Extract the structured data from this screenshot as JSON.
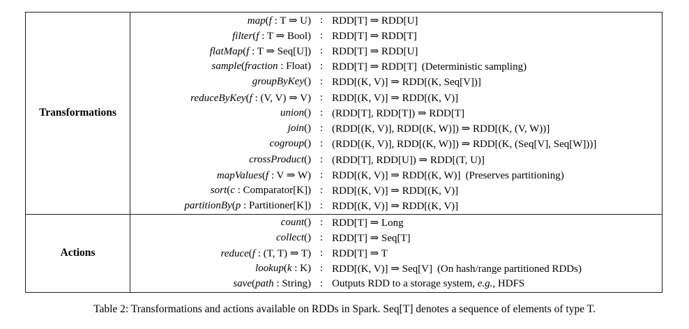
{
  "caption": "Table 2: Transformations and actions available on RDDs in Spark. Seq[T] denotes a sequence of elements of type T.",
  "table": {
    "colon": ":",
    "arrow": "⇒",
    "text_color": "#000000",
    "border_color": "#1c1c1c",
    "background": "#ffffff",
    "sections": [
      {
        "label": "Transformations",
        "rows": [
          {
            "sig": [
              [
                "i",
                "map"
              ],
              [
                "r",
                "("
              ],
              [
                "i",
                "f"
              ],
              [
                "r",
                " : T ⇒ U)"
              ]
            ],
            "type": [
              [
                "r",
                "RDD[T] ⇒ RDD[U]"
              ]
            ],
            "note": ""
          },
          {
            "sig": [
              [
                "i",
                "filter"
              ],
              [
                "r",
                "("
              ],
              [
                "i",
                "f"
              ],
              [
                "r",
                " : T ⇒ Bool)"
              ]
            ],
            "type": [
              [
                "r",
                "RDD[T] ⇒ RDD[T]"
              ]
            ],
            "note": ""
          },
          {
            "sig": [
              [
                "i",
                "flatMap"
              ],
              [
                "r",
                "("
              ],
              [
                "i",
                "f"
              ],
              [
                "r",
                " : T ⇒ Seq[U])"
              ]
            ],
            "type": [
              [
                "r",
                "RDD[T] ⇒ RDD[U]"
              ]
            ],
            "note": ""
          },
          {
            "sig": [
              [
                "i",
                "sample"
              ],
              [
                "r",
                "("
              ],
              [
                "i",
                "fraction"
              ],
              [
                "r",
                " : Float)"
              ]
            ],
            "type": [
              [
                "r",
                "RDD[T] ⇒ RDD[T]"
              ]
            ],
            "note": "(Deterministic sampling)"
          },
          {
            "sig": [
              [
                "i",
                "groupByKey"
              ],
              [
                "r",
                "()"
              ]
            ],
            "type": [
              [
                "r",
                "RDD[(K, V)] ⇒ RDD[(K, Seq[V])]"
              ]
            ],
            "note": ""
          },
          {
            "sig": [
              [
                "i",
                "reduceByKey"
              ],
              [
                "r",
                "("
              ],
              [
                "i",
                "f"
              ],
              [
                "r",
                " : (V, V) ⇒ V)"
              ]
            ],
            "type": [
              [
                "r",
                "RDD[(K, V)] ⇒ RDD[(K, V)]"
              ]
            ],
            "note": ""
          },
          {
            "sig": [
              [
                "i",
                "union"
              ],
              [
                "r",
                "()"
              ]
            ],
            "type": [
              [
                "r",
                "(RDD[T], RDD[T]) ⇒ RDD[T]"
              ]
            ],
            "note": ""
          },
          {
            "sig": [
              [
                "i",
                "join"
              ],
              [
                "r",
                "()"
              ]
            ],
            "type": [
              [
                "r",
                "(RDD[(K, V)], RDD[(K, W)]) ⇒ RDD[(K, (V, W))]"
              ]
            ],
            "note": ""
          },
          {
            "sig": [
              [
                "i",
                "cogroup"
              ],
              [
                "r",
                "()"
              ]
            ],
            "type": [
              [
                "r",
                "(RDD[(K, V)], RDD[(K, W)]) ⇒ RDD[(K, (Seq[V], Seq[W]))]"
              ]
            ],
            "note": ""
          },
          {
            "sig": [
              [
                "i",
                "crossProduct"
              ],
              [
                "r",
                "()"
              ]
            ],
            "type": [
              [
                "r",
                "(RDD[T], RDD[U]) ⇒ RDD[(T, U)]"
              ]
            ],
            "note": ""
          },
          {
            "sig": [
              [
                "i",
                "mapValues"
              ],
              [
                "r",
                "("
              ],
              [
                "i",
                "f"
              ],
              [
                "r",
                " : V ⇒ W)"
              ]
            ],
            "type": [
              [
                "r",
                "RDD[(K, V)] ⇒ RDD[(K, W)]"
              ]
            ],
            "note": "(Preserves partitioning)"
          },
          {
            "sig": [
              [
                "i",
                "sort"
              ],
              [
                "r",
                "("
              ],
              [
                "i",
                "c"
              ],
              [
                "r",
                " : Comparator[K])"
              ]
            ],
            "type": [
              [
                "r",
                "RDD[(K, V)] ⇒ RDD[(K, V)]"
              ]
            ],
            "note": ""
          },
          {
            "sig": [
              [
                "i",
                "partitionBy"
              ],
              [
                "r",
                "("
              ],
              [
                "i",
                "p"
              ],
              [
                "r",
                " : Partitioner[K])"
              ]
            ],
            "type": [
              [
                "r",
                "RDD[(K, V)] ⇒ RDD[(K, V)]"
              ]
            ],
            "note": ""
          }
        ]
      },
      {
        "label": "Actions",
        "rows": [
          {
            "sig": [
              [
                "i",
                "count"
              ],
              [
                "r",
                "()"
              ]
            ],
            "type": [
              [
                "r",
                "RDD[T] ⇒ Long"
              ]
            ],
            "note": ""
          },
          {
            "sig": [
              [
                "i",
                "collect"
              ],
              [
                "r",
                "()"
              ]
            ],
            "type": [
              [
                "r",
                "RDD[T] ⇒ Seq[T]"
              ]
            ],
            "note": ""
          },
          {
            "sig": [
              [
                "i",
                "reduce"
              ],
              [
                "r",
                "("
              ],
              [
                "i",
                "f"
              ],
              [
                "r",
                " : (T, T) ⇒ T)"
              ]
            ],
            "type": [
              [
                "r",
                "RDD[T] ⇒ T"
              ]
            ],
            "note": ""
          },
          {
            "sig": [
              [
                "i",
                "lookup"
              ],
              [
                "r",
                "("
              ],
              [
                "i",
                "k"
              ],
              [
                "r",
                " : K)"
              ]
            ],
            "type": [
              [
                "r",
                "RDD[(K, V)] ⇒ Seq[V]"
              ]
            ],
            "note": "(On hash/range partitioned RDDs)"
          },
          {
            "sig": [
              [
                "i",
                "save"
              ],
              [
                "r",
                "("
              ],
              [
                "i",
                "path"
              ],
              [
                "r",
                " : String)"
              ]
            ],
            "type": [
              [
                "r",
                "Outputs RDD to a storage system, "
              ],
              [
                "i",
                "e.g.,"
              ],
              [
                "r",
                " HDFS"
              ]
            ],
            "note": ""
          }
        ]
      }
    ]
  }
}
